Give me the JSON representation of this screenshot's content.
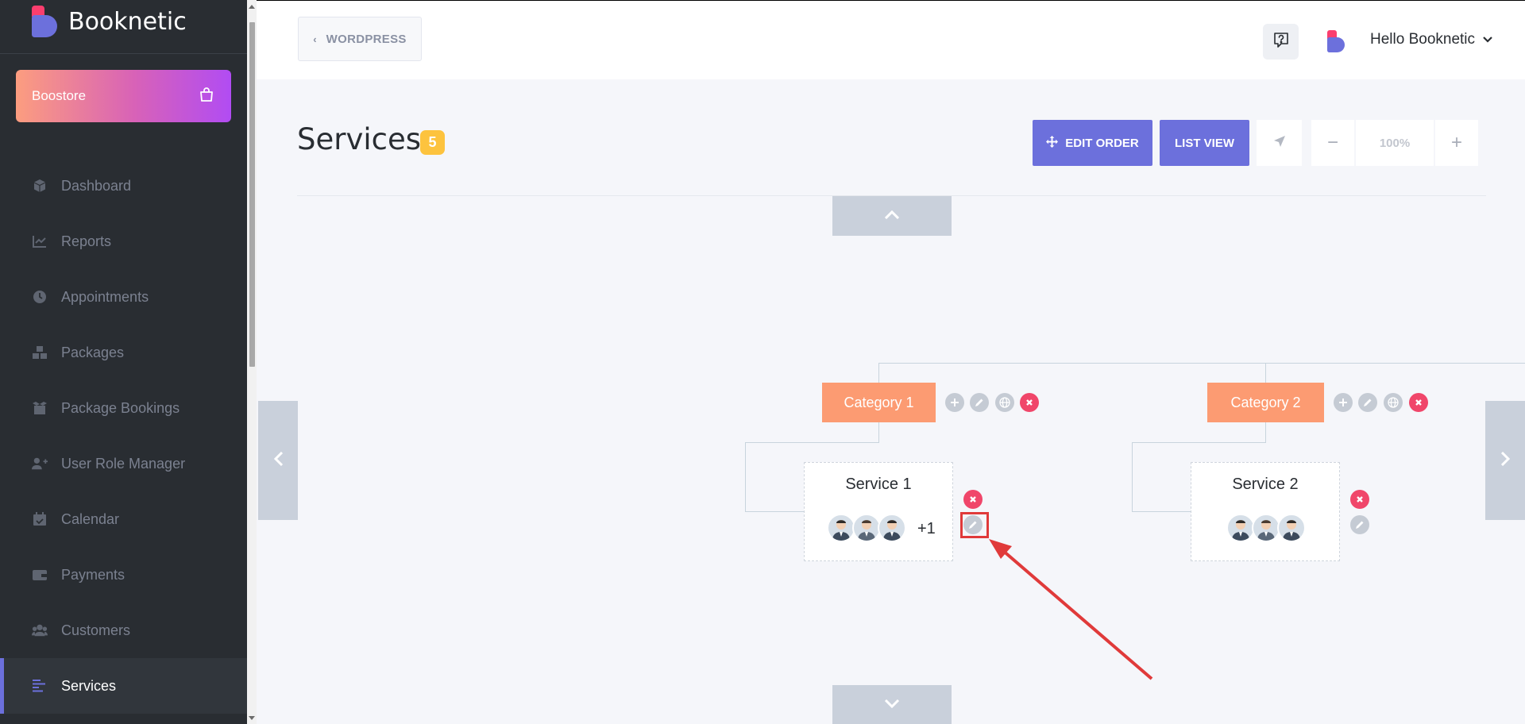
{
  "app": {
    "name": "Booknetic"
  },
  "sidebar": {
    "boostore_label": "Boostore",
    "items": [
      {
        "label": "Dashboard",
        "icon": "cube-icon"
      },
      {
        "label": "Reports",
        "icon": "chart-line-icon"
      },
      {
        "label": "Appointments",
        "icon": "clock-icon"
      },
      {
        "label": "Packages",
        "icon": "boxes-icon"
      },
      {
        "label": "Package Bookings",
        "icon": "box-open-icon"
      },
      {
        "label": "User Role Manager",
        "icon": "user-plus-icon"
      },
      {
        "label": "Calendar",
        "icon": "calendar-check-icon"
      },
      {
        "label": "Payments",
        "icon": "wallet-icon"
      },
      {
        "label": "Customers",
        "icon": "users-icon"
      },
      {
        "label": "Services",
        "icon": "align-left-icon",
        "active": true
      }
    ]
  },
  "header": {
    "back_label": "WORDPRESS",
    "user_greeting": "Hello Booknetic"
  },
  "page": {
    "title": "Services",
    "count": "5",
    "edit_order_label": "EDIT ORDER",
    "list_view_label": "LIST VIEW",
    "zoom": "100%"
  },
  "tree": {
    "categories": [
      {
        "label": "Category 1"
      },
      {
        "label": "Category 2"
      }
    ],
    "services": [
      {
        "title": "Service 1",
        "extra_staff": "+1"
      },
      {
        "title": "Service 2",
        "extra_staff": ""
      }
    ]
  },
  "colors": {
    "sidebar_bg": "#292d32",
    "accent": "#6c70dc",
    "category": "#fc9b72",
    "delete": "#f0466a",
    "badge": "#fdc33e",
    "annotation": "#e03a3a"
  }
}
